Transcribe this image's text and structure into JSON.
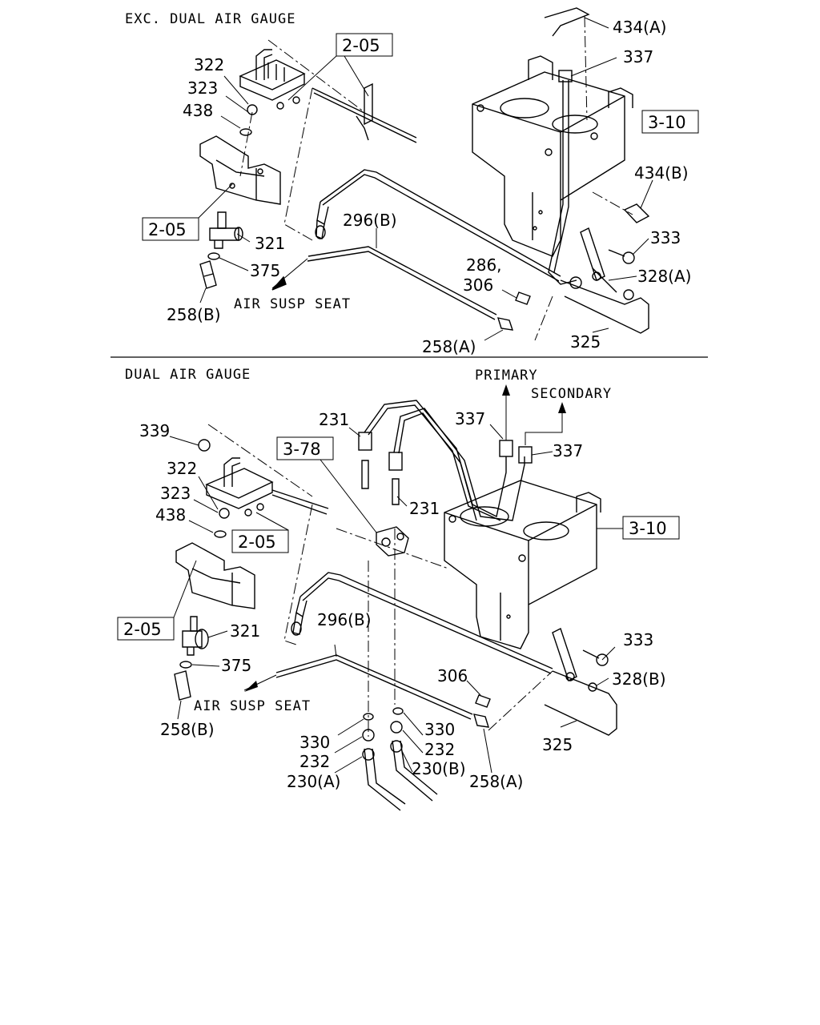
{
  "sections": {
    "top": {
      "title": "EXC. DUAL AIR GAUGE"
    },
    "bottom": {
      "title": "DUAL AIR GAUGE"
    }
  },
  "refs": {
    "top_2_05_a": "2-05",
    "top_2_05_b": "2-05",
    "top_3_10": "3-10",
    "bot_3_78": "3-78",
    "bot_2_05_a": "2-05",
    "bot_2_05_b": "2-05",
    "bot_3_10": "3-10"
  },
  "notes": {
    "top_air_susp_seat": "AIR SUSP SEAT",
    "bot_air_susp_seat": "AIR SUSP SEAT",
    "primary": "PRIMARY",
    "secondary": "SECONDARY"
  },
  "top_labels": {
    "p434a": "434(A)",
    "p337": "337",
    "p322": "322",
    "p323": "323",
    "p438": "438",
    "p434b": "434(B)",
    "p333": "333",
    "p328a": "328(A)",
    "p296b": "296(B)",
    "p321": "321",
    "p375": "375",
    "p258b": "258(B)",
    "p286": "286,",
    "p306": "306",
    "p258a": "258(A)",
    "p325": "325"
  },
  "bottom_labels": {
    "p339": "339",
    "p322": "322",
    "p323": "323",
    "p438": "438",
    "p231a": "231",
    "p231b": "231",
    "p337a": "337",
    "p337b": "337",
    "p321": "321",
    "p375": "375",
    "p258b": "258(B)",
    "p296b": "296(B)",
    "p306": "306",
    "p333": "333",
    "p328b": "328(B)",
    "p325": "325",
    "p330a": "330",
    "p330b": "330",
    "p232a": "232",
    "p232b": "232",
    "p230a": "230(A)",
    "p230b": "230(B)",
    "p258a": "258(A)"
  }
}
